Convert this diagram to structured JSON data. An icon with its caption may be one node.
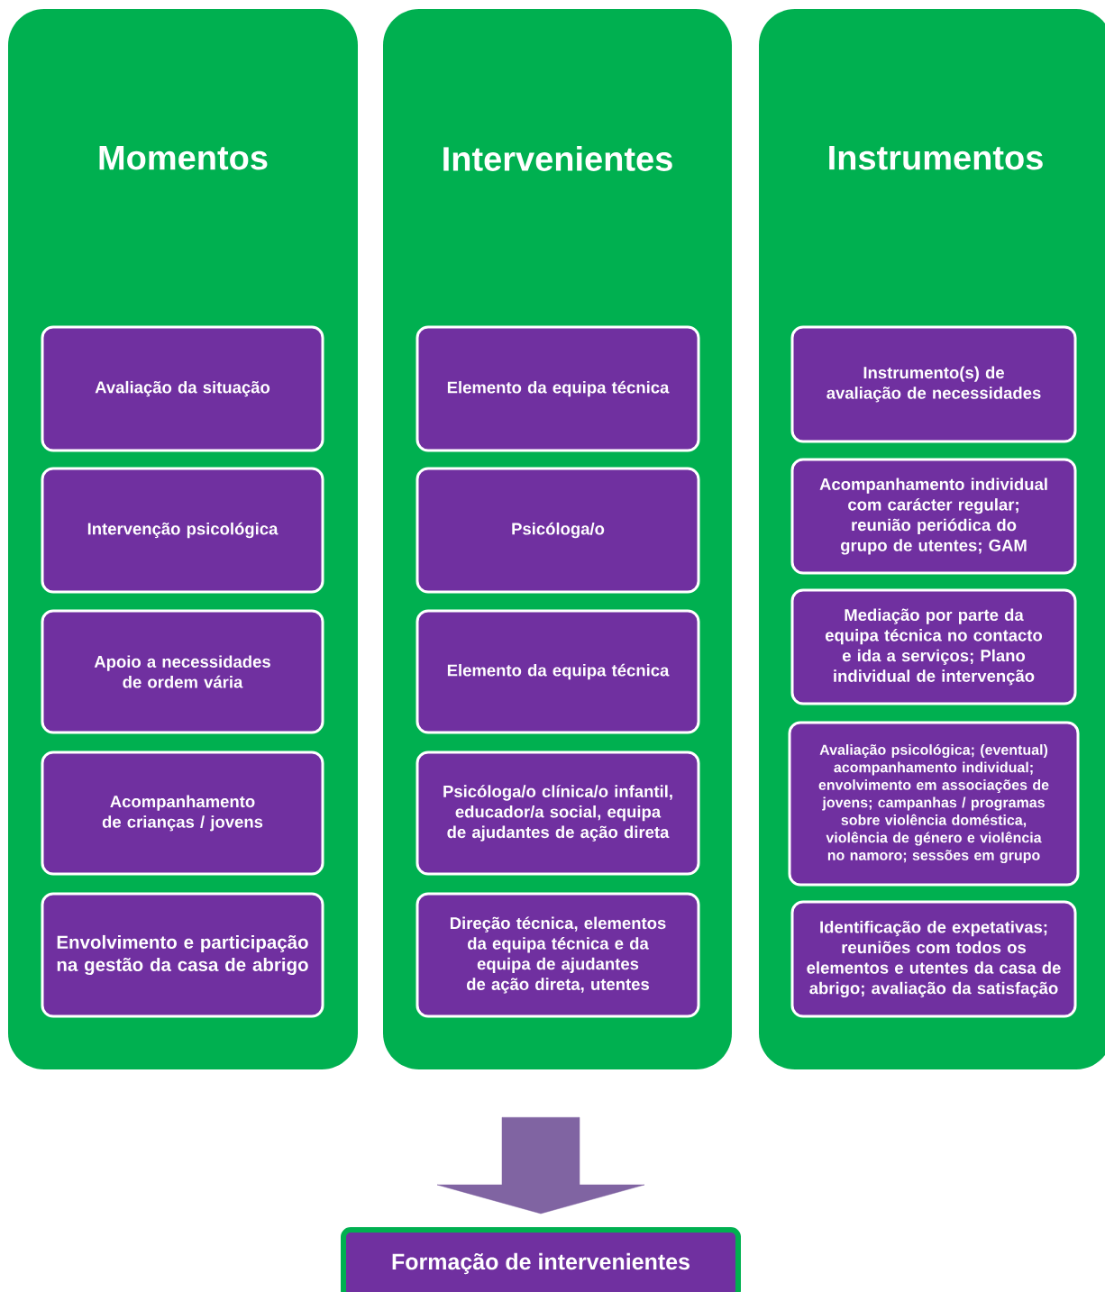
{
  "diagram": {
    "nodes": [
      {
        "text": [
          "Momentos"
        ]
      },
      {
        "text": [
          "Avaliação da situação"
        ],
        "in": 0
      },
      {
        "text": [
          "Intervenção psicológica"
        ],
        "in": 0
      },
      {
        "text": [
          "Apoio a necessidades de ordem vária"
        ],
        "in": 0
      },
      {
        "text": [
          "Acompanhamento de crianças / jovens"
        ],
        "in": 0
      },
      {
        "text": [
          "Envolvimento e participação na gestão da casa de abrigo"
        ],
        "in": 0
      },
      {
        "text": [
          "Intervenientes"
        ]
      },
      {
        "text": [
          "Elemento da equipa técnica"
        ],
        "in": 6
      },
      {
        "text": [
          "Psicóloga/o"
        ],
        "in": 6
      },
      {
        "text": [
          "Elemento da equipa técnica"
        ],
        "in": 6
      },
      {
        "text": [
          "Psicóloga/o clínica/o infantil, educador/a social, equipa de ajudantes de ação direta"
        ],
        "in": 6
      },
      {
        "text": [
          "Direção técnica, elementos da equipa técnica e da equipa de ajudantes de ação direta, utentes"
        ],
        "in": 6
      },
      {
        "text": [
          "Instrumentos"
        ]
      },
      {
        "text": [
          "Instrumento(s) de avaliação de necessidades"
        ],
        "in": 12
      },
      {
        "text": [
          "Acompanhamento individual com carácter regular; reunião periódica do grupo de utentes; GAM"
        ],
        "in": 12
      },
      {
        "text": [
          "Mediação por parte da equipa técnica no contacto e ida a serviços; Plano individual de intervenção"
        ],
        "in": 12
      },
      {
        "text": [
          "Avaliação psicológica; (eventual) acompanhamento individual; envolvimento em associações de jovens; campanhas / programas sobre violência doméstica, violência de género e violência no namoro; sessões em grupo"
        ],
        "in": 12
      },
      {
        "text": [
          "Identificação de expetativas; reuniões com todos os elementos e utentes da casa de abrigo; avaliação da satisfação"
        ],
        "in": 12
      },
      {
        "text": [
          "Formação de intervenientes"
        ]
      }
    ],
    "edges": [
      {
        "from": 6,
        "to": 18,
        "arrow": "to"
      }
    ]
  }
}
